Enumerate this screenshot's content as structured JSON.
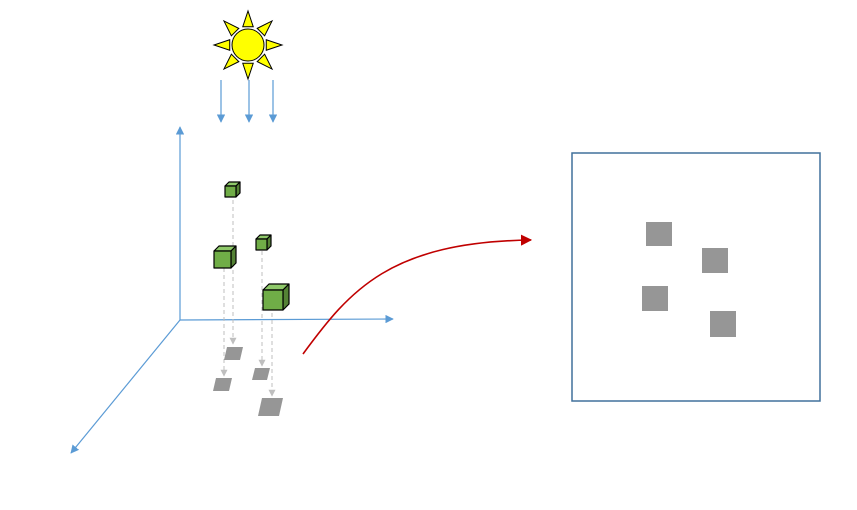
{
  "scene": {
    "light_source": {
      "icon": "sun-icon",
      "fill": "#FFFF00",
      "stroke": "#000000"
    },
    "light_rays": {
      "count": 3,
      "color": "#5B9BD5"
    },
    "axes": {
      "count": 3,
      "color": "#5B9BD5"
    },
    "cubes": {
      "count": 4,
      "fill": "#70AD47",
      "stroke": "#000000"
    },
    "projection_lines": {
      "color": "#BFBFBF",
      "style": "dashed"
    },
    "shadows": {
      "count": 4,
      "fill": "#969696"
    }
  },
  "connector": {
    "icon": "curved-arrow-icon",
    "color": "#C00000"
  },
  "projection_panel": {
    "border_color": "#41719C",
    "squares": {
      "count": 4,
      "fill": "#969696"
    }
  }
}
